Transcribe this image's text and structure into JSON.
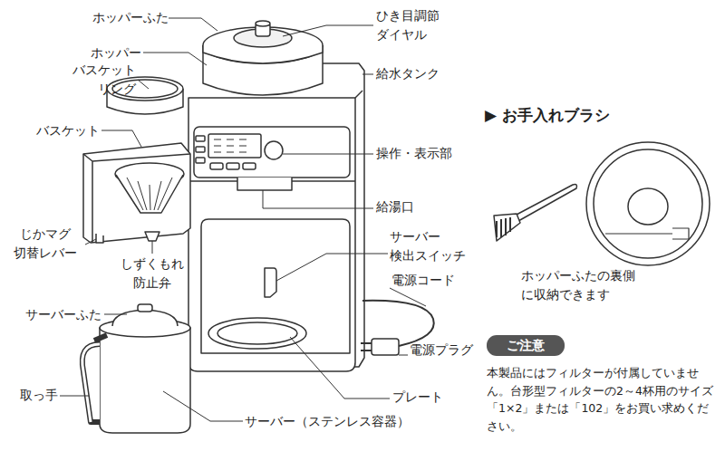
{
  "diagram": {
    "nodes": [
      {
        "text": [
          "ご注意"
        ]
      }
    ],
    "labels": [
      "ホッパーふた",
      "ホッパー",
      "バスケット リング",
      "バスケット",
      "じかマグ 切替レバー",
      "しずくもれ 防止弁",
      "サーバーふた",
      "取っ手",
      "サーバー（ステンレス容器）",
      "ひき目調節 ダイヤル",
      "給水タンク",
      "操作・表示部",
      "給湯口",
      "サーバー 検出スイッチ",
      "電源コード",
      "電源プラグ",
      "プレート",
      "▶ お手入れブラシ",
      "ホッパーふたの裏側 に収納できます",
      "本製品にはフィルターが付属していません。台形型フィルターの2～4杯用のサイズ「1×2」または「102」をお買い求めください。"
    ]
  }
}
